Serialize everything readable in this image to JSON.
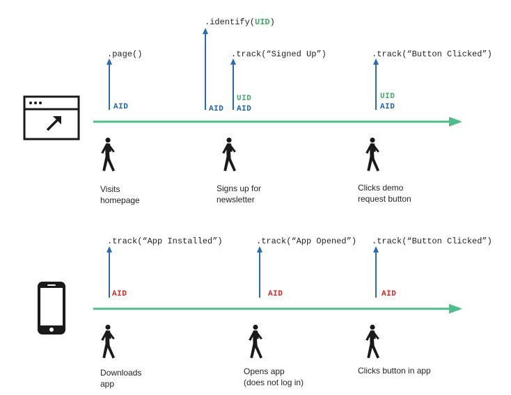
{
  "colors": {
    "timeline": "#4dbd8a",
    "arrow_blue": "#2a6bb3",
    "aid_blue": "#1c63b0",
    "uid_green": "#3fa96a",
    "aid_red": "#e02020",
    "ink": "#1a1a1a"
  },
  "icons": {
    "web": "browser-window-icon",
    "mobile": "smartphone-icon",
    "person": "walking-person-icon"
  },
  "web": {
    "calls": {
      "page": ".page()",
      "identify_prefix": ".identify(",
      "identify_arg": "UID",
      "identify_suffix": ")",
      "signed_up": ".track(“Signed Up”)",
      "button_clicked": ".track(“Button Clicked”)"
    },
    "tags": {
      "page_aid": "AID",
      "identify_aid": "AID",
      "signed_up_uid": "UID",
      "signed_up_aid": "AID",
      "button_uid": "UID",
      "button_aid": "AID"
    },
    "steps": [
      {
        "line1": "Visits",
        "line2": "homepage"
      },
      {
        "line1": "Signs up for",
        "line2": "newsletter"
      },
      {
        "line1": "Clicks demo",
        "line2": "request button"
      }
    ]
  },
  "mobile": {
    "calls": {
      "app_installed": ".track(“App Installed”)",
      "app_opened": ".track(“App Opened”)",
      "button_clicked": ".track(“Button Clicked”)"
    },
    "tags": {
      "installed_aid": "AID",
      "opened_aid": "AID",
      "button_aid": "AID"
    },
    "steps": [
      {
        "line1": "Downloads",
        "line2": "app"
      },
      {
        "line1": "Opens app",
        "line2": "(does not log in)"
      },
      {
        "line1": "Clicks button in app",
        "line2": ""
      }
    ]
  }
}
